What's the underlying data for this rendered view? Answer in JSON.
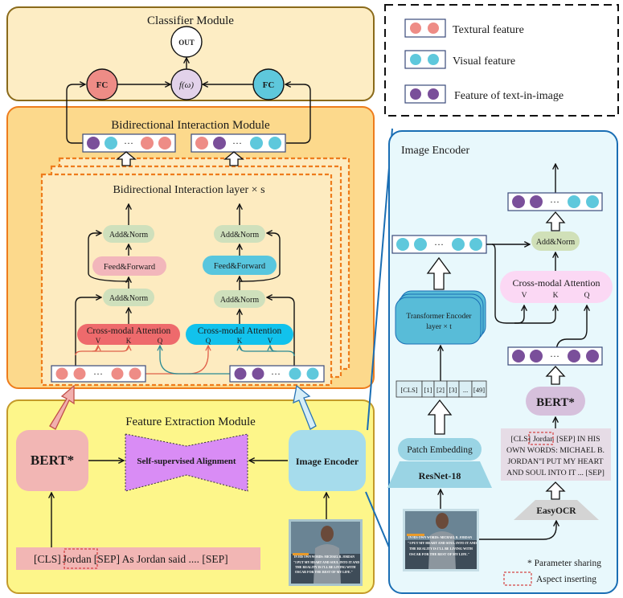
{
  "colors": {
    "textual": "#ee8c86",
    "visual": "#5ec8dc",
    "text_in_image": "#7a4f9a",
    "classifier_bg": "#fdedc4",
    "classifier_border": "#8a6a1a",
    "bim_bg": "#fcd98c",
    "bim_border": "#ee7c1c",
    "layer_bg": "#fdebc0",
    "fem_bg": "#fdf68a",
    "fem_border": "#c49a2a",
    "image_encoder_bg": "#e8f8fc",
    "image_encoder_border": "#1a6eb4",
    "add_norm": "#cfe0bc",
    "ff_text": "#f2b6bb",
    "ff_visual": "#58c6de",
    "cma_text": "#ee6a6c",
    "cma_visual": "#12c2ec",
    "cma_image": "#fbd8f4",
    "bert_feature": "#f2b6b4",
    "image_encoder_box": "#a6dcec",
    "alignment": "#d98cf5",
    "bert_ocr": "#d6c0dc",
    "ocr_text_bg": "#e6dce6",
    "easyocr": "#d4d4d4",
    "resnet": "#9ad4e4",
    "transformer": "#58bcd8",
    "token_cell": "#daeef4",
    "aspect_box": "#d44444"
  },
  "legend": {
    "items": [
      {
        "label": "Textural feature",
        "kind": "textual"
      },
      {
        "label": "Visual feature",
        "kind": "visual"
      },
      {
        "label": "Feature of text-in-image",
        "kind": "text_in_image"
      }
    ]
  },
  "classifier": {
    "title": "Classifier Module",
    "out_label": "OUT",
    "fc_left_label": "FC",
    "fc_right_label": "FC",
    "fusion_label": "f(ω)"
  },
  "bim": {
    "title": "Bidirectional Interaction Module",
    "layer_title": "Bidirectional Interaction layer × s",
    "left_branch": {
      "add_norm_top": "Add&Norm",
      "feed_forward": "Feed&Forward",
      "add_norm_bottom": "Add&Norm",
      "attention": "Cross-modal Attention",
      "qkv": [
        "V",
        "K",
        "Q"
      ]
    },
    "right_branch": {
      "add_norm_top": "Add&Norm",
      "feed_forward": "Feed&Forward",
      "add_norm_bottom": "Add&Norm",
      "attention": "Cross-modal Attention",
      "qkv": [
        "Q",
        "K",
        "V"
      ]
    },
    "ellipsis": "···"
  },
  "fem": {
    "title": "Feature Extraction Module",
    "bert_label": "BERT*",
    "alignment_label": "Self-supervised Alignment",
    "image_encoder_label": "Image Encoder",
    "input_text": {
      "prefix": "[CLS]",
      "aspect": "Jordan",
      "suffix": "[SEP] As Jordan said .... [SEP]"
    }
  },
  "image_encoder": {
    "title": "Image Encoder",
    "add_norm": "Add&Norm",
    "attention": "Cross-modal Attention",
    "qkv": [
      "V",
      "K",
      "Q"
    ],
    "transformer_line1": "Transformer Encoder",
    "transformer_line2": "layer × t",
    "tokens": [
      "[CLS]",
      "[1]",
      "[2]",
      "[3]",
      "...",
      "[49]"
    ],
    "patch_embedding": "Patch Embedding",
    "resnet": "ResNet-18",
    "bert_label": "BERT*",
    "ocr_text": {
      "line1_prefix": "[CLS]",
      "line1_aspect": "Jordan",
      "line1_suffix": "[SEP] IN HIS",
      "line2": "OWN WORDS: MICHAEL B.",
      "line3": "JORDAN\"I PUT MY HEART",
      "line4": "AND SOUL INTO IT ... [SEP]"
    },
    "easyocr": "EasyOCR"
  },
  "photo": {
    "caption_header": "IN HIS OWN WORDS: MICHAEL B. JORDAN",
    "caption_lines": [
      "\"I PUT MY HEART AND SOUL INTO IT AND",
      "THE REALITY IS I'LL BE LIVING WITH",
      "OSCAR FOR THE REST OF MY LIFE.\""
    ]
  },
  "notes": {
    "param_sharing": "* Parameter sharing",
    "aspect_inserting": "Aspect inserting"
  }
}
